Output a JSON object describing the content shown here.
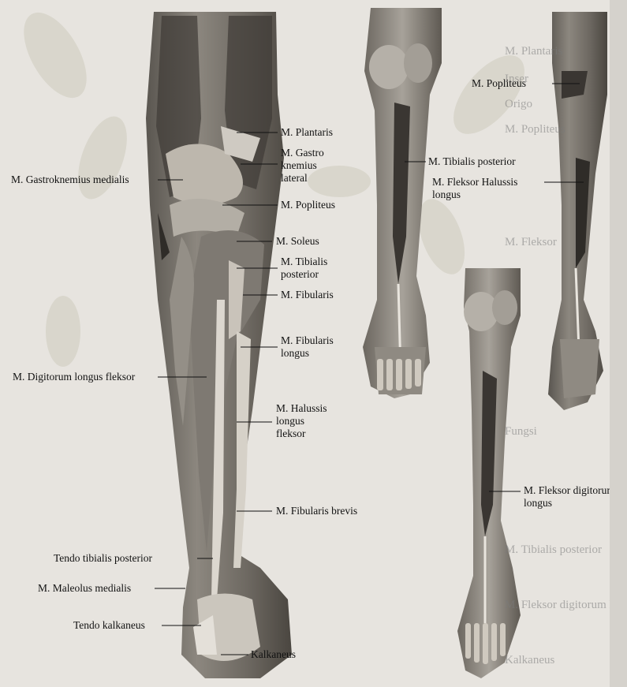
{
  "labels": {
    "plantaris": "M. Plantaris",
    "gastro_lateral": [
      "M. Gastro",
      "knemius",
      "lateral"
    ],
    "gastro_medialis": "M. Gastroknemius medialis",
    "popliteus_left": "M. Popliteus",
    "soleus": "M. Soleus",
    "tib_post_left": [
      "M. Tibialis",
      "posterior"
    ],
    "fibularis": "M. Fibularis",
    "fibularis_longus": [
      "M. Fibularis",
      "longus"
    ],
    "digitorum_longus_fleksor": "M. Digitorum longus fleksor",
    "halussis_longus_fleksor": [
      "M. Halussis",
      "longus",
      "fleksor"
    ],
    "fibularis_brevis": "M. Fibularis brevis",
    "tendo_tibialis_posterior": "Tendo tibialis posterior",
    "maleolus_medialis": "M. Maleolus medialis",
    "tendo_kalkaneus": "Tendo kalkaneus",
    "kalkaneus": "Kalkaneus",
    "tib_post_middle": "M. Tibialis posterior",
    "popliteus_right": "M. Popliteus",
    "fleksor_halussis_longus": [
      "M. Fleksor Halussis",
      "longus"
    ],
    "fleksor_digitorum_longus": [
      "M. Fleksor digitorum",
      "longus"
    ]
  },
  "background_text": [
    "M. Plantaris",
    "Inser",
    "Origo",
    "M. Popliteus",
    "M. Fleksor",
    "Fungsi",
    "M. Tibialis posterior",
    "M. Fleksor digitorum longus",
    "Kalkaneus"
  ]
}
